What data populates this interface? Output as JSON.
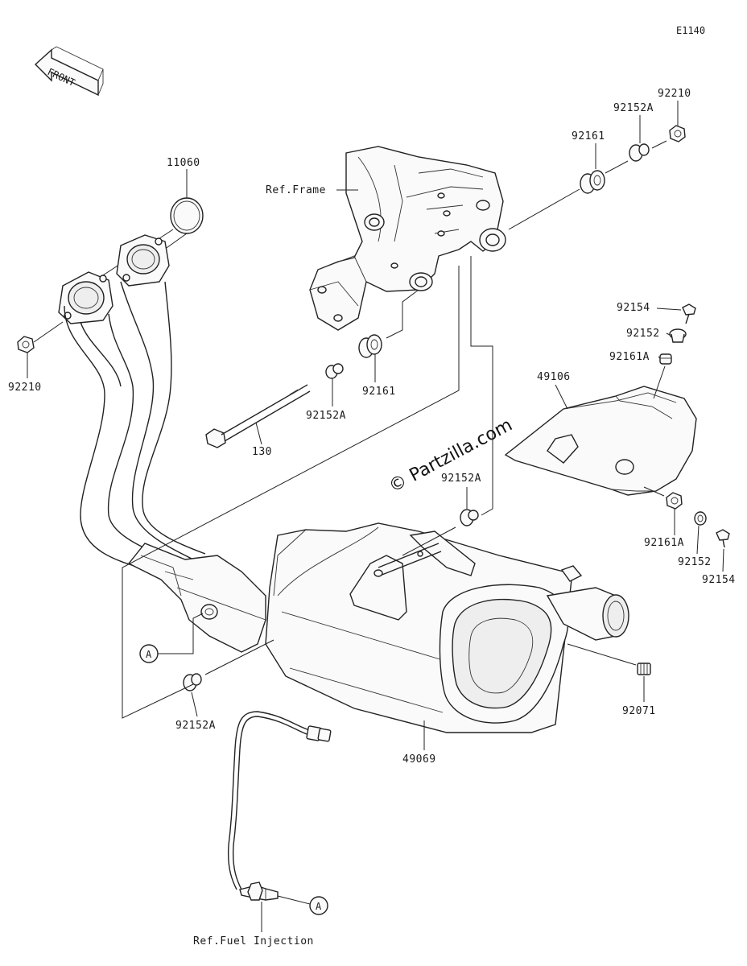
{
  "diagram_code": "E1140",
  "front_arrow_label": "FRONT",
  "watermark": "© Partzilla.com",
  "callout_marker": "A",
  "references": {
    "frame": "Ref.Frame",
    "fuel_injection": "Ref.Fuel Injection"
  },
  "part_labels": {
    "p11060": "11060",
    "p92210_left": "92210",
    "p92210_top": "92210",
    "p92152A_top": "92152A",
    "p92161_top": "92161",
    "p92161_mid": "92161",
    "p92152A_mid": "92152A",
    "p130": "130",
    "p92154_top": "92154",
    "p92152_top": "92152",
    "p92161A_top": "92161A",
    "p49106": "49106",
    "p92152A_center": "92152A",
    "p92161A_bottom": "92161A",
    "p92152_bottom": "92152",
    "p92154_bottom": "92154",
    "p92071": "92071",
    "p92152A_bottom": "92152A",
    "p49069": "49069"
  }
}
